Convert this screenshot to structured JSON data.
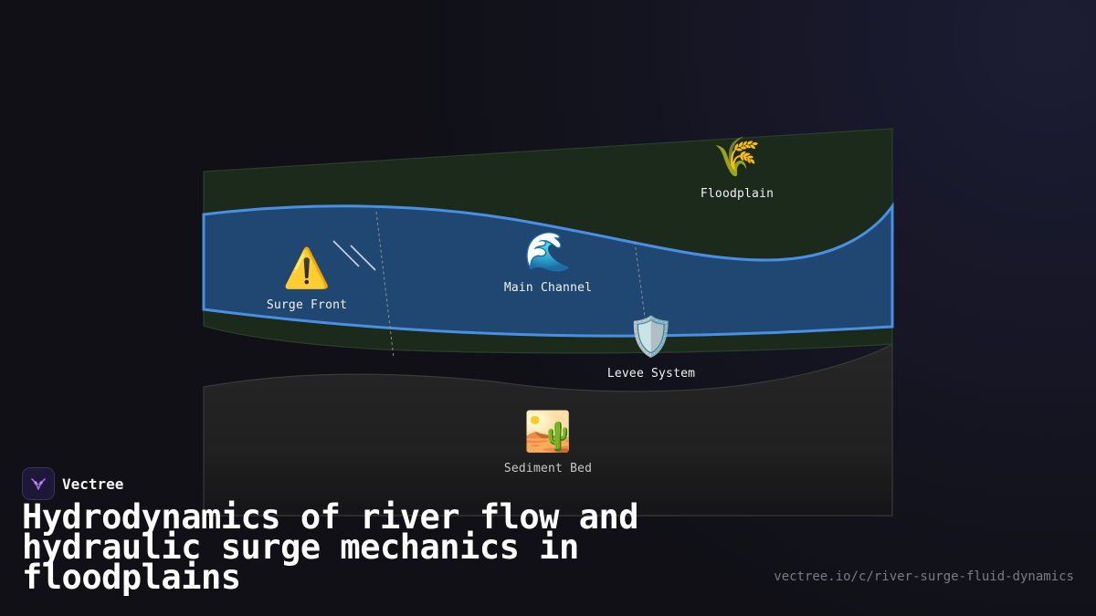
{
  "diagram": {
    "regions": [
      {
        "key": "floodplain",
        "label": "Floodplain",
        "icon": "sheaf-of-rice-icon",
        "glyph": "🌾"
      },
      {
        "key": "main_channel",
        "label": "Main Channel",
        "icon": "water-wave-icon",
        "glyph": "🌊"
      },
      {
        "key": "surge_front",
        "label": "Surge Front",
        "icon": "warning-icon",
        "glyph": "⚠️"
      },
      {
        "key": "levee_system",
        "label": "Levee System",
        "icon": "shield-icon",
        "glyph": "🛡️"
      },
      {
        "key": "sediment_bed",
        "label": "Sediment Bed",
        "icon": "desert-icon",
        "glyph": "🏜️"
      }
    ],
    "colors": {
      "floodplain_fill": "#1c2a1c",
      "channel_fill": "#1f4a7a",
      "channel_stroke": "#4a90e2",
      "sediment_fill": "#232323"
    }
  },
  "brand": {
    "name": "Vectree"
  },
  "title": "Hydrodynamics of river flow and hydraulic surge mechanics in floodplains",
  "url": "vectree.io/c/river-surge-fluid-dynamics"
}
